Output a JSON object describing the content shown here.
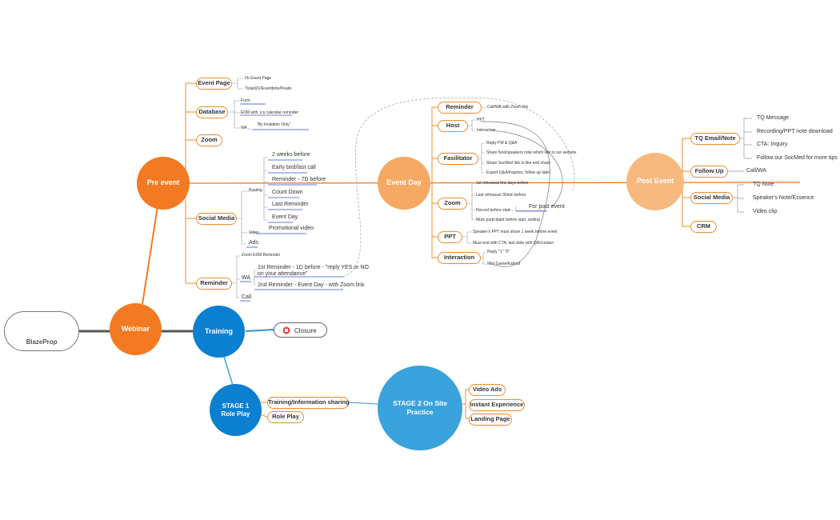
{
  "root": {
    "label": "BlazeProp",
    "icon": "presentation-board-icon"
  },
  "nodes": {
    "webinar": "Webinar",
    "training": "Training",
    "closure": "Closure",
    "pre_event": "Pre event",
    "event_day": "Event Day",
    "post_event": "Post Event",
    "stage1": "STAGE 1 Role Play",
    "stage2": "STAGE 2 On Site Practice"
  },
  "pre_event": {
    "event_page": {
      "label": "Event Page",
      "items": [
        "Fb Event Page",
        "Ticket2U/Eventbrite/Peatix"
      ]
    },
    "database": {
      "label": "Database",
      "items": [
        "Form",
        "EDM with .ics calendar reminder",
        "WA",
        "\"By Invitation Only\""
      ]
    },
    "zoom": {
      "label": "Zoom"
    },
    "social_media": {
      "label": "Social Media",
      "posting": "Posting",
      "posts": [
        "2 weeks before",
        "Early bird/last call",
        "Reminder - 7D before",
        "Count Down",
        "Last Reminder",
        "Event Day"
      ],
      "video": "Video",
      "video_item": "Promotional video",
      "ads": "Ads"
    },
    "reminder": {
      "label": "Reminder",
      "zoom_edm": "Zoom EDM Reminder",
      "wa": "WA",
      "wa_1": "1st Reminder - 1D before - \"reply YES or NO",
      "wa_1b": "on your attendance\"",
      "wa_2": "2nd Reminder - Event Day - with Zoom link",
      "call": "Call"
    }
  },
  "event_day": {
    "reminder": {
      "label": "Reminder",
      "item": "Call/WA with Zoom link"
    },
    "host": {
      "label": "Host",
      "items": [
        "PPT",
        "Interaction"
      ]
    },
    "facilitator": {
      "label": "Fasilitator",
      "items": [
        "Reply PM & Q&A",
        "Share host/speakers note which link to our website",
        "Share SocMed link to like and share",
        "Export Q&A/Inquires, follow up later"
      ]
    },
    "zoom": {
      "label": "Zoom",
      "items": [
        "1st rehearsal few days before",
        "Last rehearsal 30min before",
        "Record before start",
        "For post event",
        "Mute participant before start, setting"
      ]
    },
    "ppt": {
      "label": "PPT",
      "items": [
        "Speaker's PPT must share 1 week before event",
        "Must end with CTA, last slide with QR/contact"
      ]
    },
    "interaction": {
      "label": "Interaction",
      "items": [
        "Reply \"1\" \"0\"",
        "Mini Game/Kahoot"
      ]
    }
  },
  "post_event": {
    "tq": {
      "label": "TQ Email/Note",
      "items": [
        "TQ Message",
        "Recording/PPT note download",
        "CTA: Inquiry",
        "Follow our SocMed for more tips"
      ]
    },
    "follow_up": {
      "label": "Follow Up",
      "item": "Call/WA"
    },
    "social_media": {
      "label": "Social Media",
      "items": [
        "TQ Note",
        "Speaker's Note/Essence",
        "Video clip"
      ]
    },
    "crm": {
      "label": "CRM"
    }
  },
  "stage1_items": [
    "Training/Information sharing",
    "Role Play"
  ],
  "stage2_items": [
    "Video Ads",
    "Instant Experience",
    "Landing Page"
  ],
  "colors": {
    "orange": "#f37a22",
    "accent_line": "#ef8b2c",
    "blue": "#0b7fd0",
    "sky": "#3aa3de",
    "underline": "#2f55c8"
  }
}
